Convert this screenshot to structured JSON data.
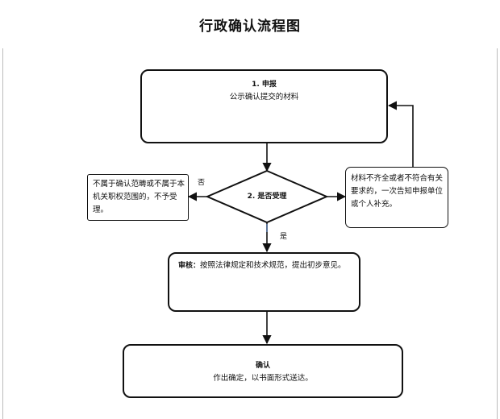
{
  "title": "行政确认流程图",
  "apply": {
    "heading": "1. 申报",
    "desc": "公示确认提交的材料"
  },
  "accept": {
    "label": "2. 是否受理"
  },
  "reject": {
    "text": "不属于确认范畴或不属于本机关职权范围的，不予受理。"
  },
  "supplement": {
    "text": "材料不齐全或者不符合有关要求的，一次告知申报单位或个人补充。"
  },
  "review": {
    "label": "审核：",
    "text": "按照法律规定和技术规范，提出初步意见。"
  },
  "confirm": {
    "heading": "确认",
    "desc": "作出确定，以书面形式送达。"
  },
  "branches": {
    "no": "否",
    "yes": "是"
  }
}
